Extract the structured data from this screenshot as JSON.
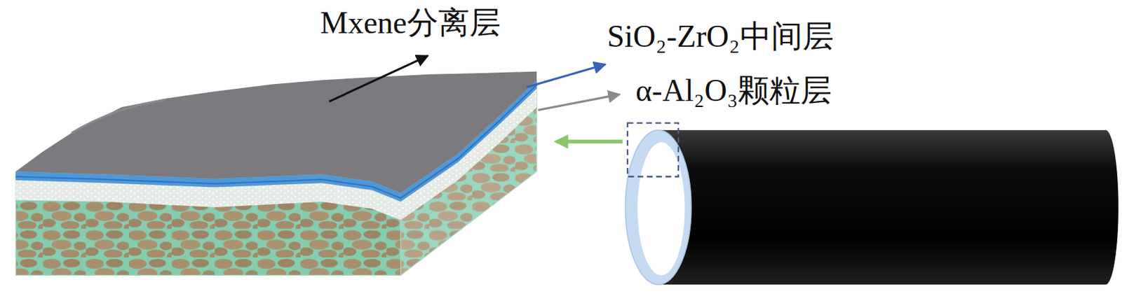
{
  "diagram": {
    "labels": [
      "Mxene分离层",
      "SiO₂-ZrO₂中间层",
      "α-Al₂O₃颗粒层"
    ]
  }
}
